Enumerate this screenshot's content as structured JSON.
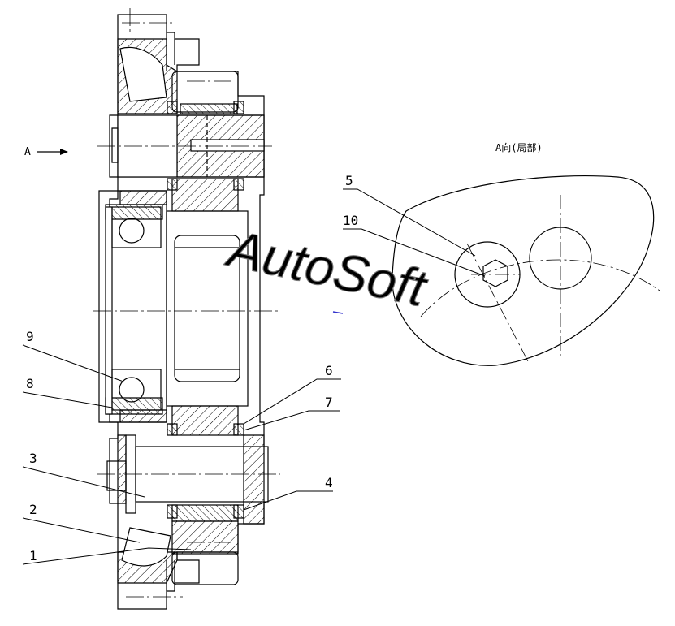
{
  "view_arrow_label": "A",
  "view_title": "A向(局部)",
  "watermark": "AutoSoft",
  "callouts": {
    "c1": "1",
    "c2": "2",
    "c3": "3",
    "c4": "4",
    "c5": "5",
    "c6": "6",
    "c7": "7",
    "c8": "8",
    "c9": "9",
    "c10": "10"
  },
  "colors": {
    "line": "#000000",
    "background": "#ffffff",
    "accent": "#3333cc"
  }
}
